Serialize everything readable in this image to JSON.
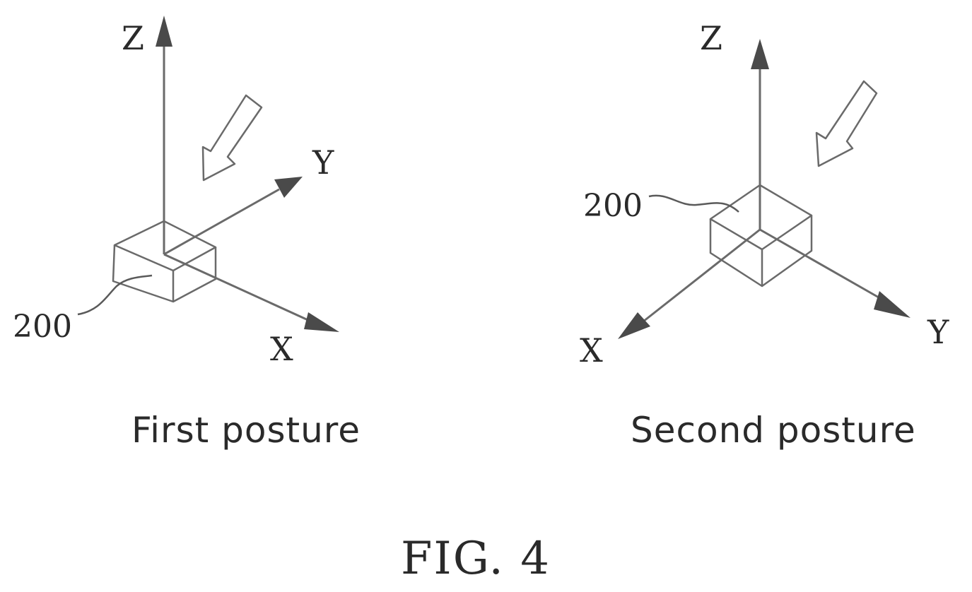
{
  "figure_title": "FIG. 4",
  "panels": [
    {
      "caption": "First posture",
      "object_ref": "200",
      "axes": {
        "x": "X",
        "y": "Y",
        "z": "Z"
      }
    },
    {
      "caption": "Second posture",
      "object_ref": "200",
      "axes": {
        "x": "X",
        "y": "Y",
        "z": "Z"
      }
    }
  ]
}
